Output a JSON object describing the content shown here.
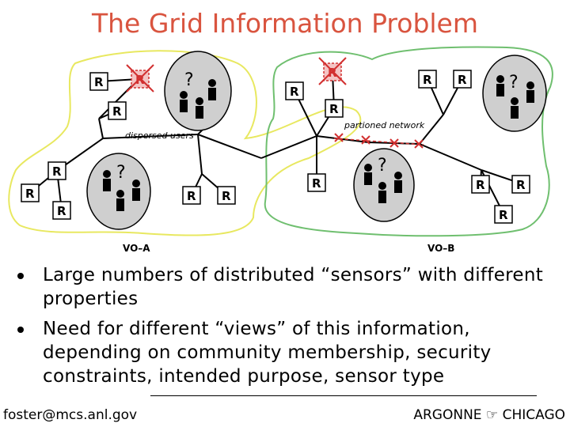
{
  "title": "The Grid Information Problem",
  "diagram": {
    "resource_label": "R",
    "user_group_mark": "?",
    "dispersed_users_label": "dispersed users",
    "partitioned_network_label": "partioned network",
    "vo_a_label": "VO–A",
    "vo_b_label": "VO–B",
    "colors": {
      "vo_a_outline": "#e8e860",
      "vo_b_outline": "#6fbf6f",
      "failed_resource": "#d23030",
      "title": "#d9543f"
    }
  },
  "bullets": [
    "Large numbers of distributed “sensors” with different properties",
    "Need for different “views” of this information, depending on community membership, security constraints, intended purpose, sensor type"
  ],
  "footer": {
    "left": "foster@mcs.anl.gov",
    "right": "ARGONNE ☞ CHICAGO"
  }
}
